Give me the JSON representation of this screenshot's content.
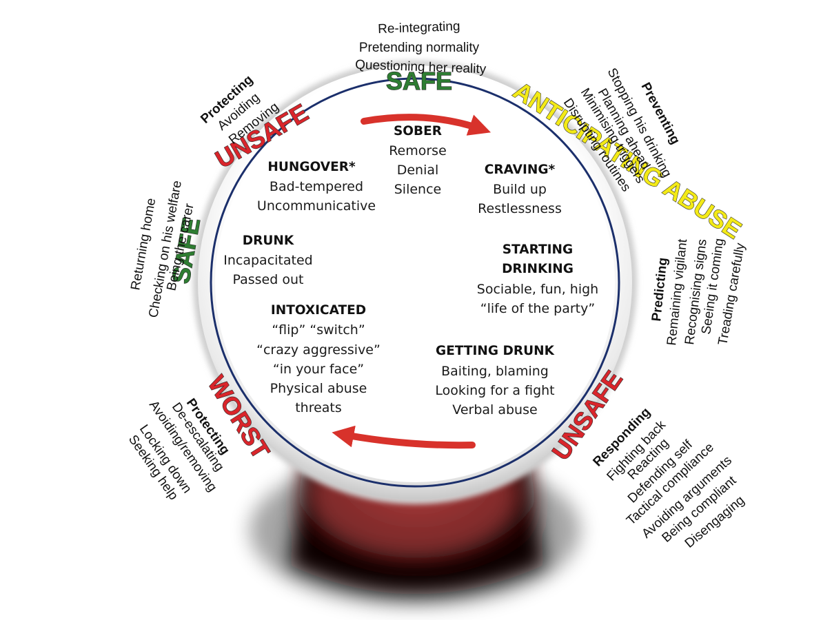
{
  "colors": {
    "safe": "#2e7d32",
    "unsafe": "#d9252b",
    "anticipating": "#f3ea17",
    "arrow": "#d8322b",
    "rim": "#1b2f6b"
  },
  "cycle_phases": {
    "sober": {
      "title": "SOBER",
      "lines": [
        "Remorse",
        "Denial",
        "Silence"
      ]
    },
    "craving": {
      "title": "CRAVING*",
      "lines": [
        "Build up",
        "Restlessness"
      ]
    },
    "starting": {
      "title_lines": [
        "STARTING",
        "DRINKING"
      ],
      "lines": [
        "Sociable, fun, high",
        "“life of the party”"
      ]
    },
    "getting_drunk": {
      "title": "GETTING DRUNK",
      "lines": [
        "Baiting, blaming",
        "Looking for a fight",
        "Verbal abuse"
      ]
    },
    "intoxicated": {
      "title": "INTOXICATED",
      "lines": [
        "“flip” “switch”",
        "“crazy aggressive”",
        "“in your face”",
        "Physical abuse",
        "threats"
      ]
    },
    "drunk": {
      "title": "DRUNK",
      "lines": [
        "Incapacitated",
        "Passed out"
      ]
    },
    "hungover": {
      "title": "HUNGOVER*",
      "lines": [
        "Bad-tempered",
        "Uncommunicative"
      ]
    }
  },
  "zones": {
    "safe_top": "SAFE",
    "anticipating": "ANTICIPATING ABUSE",
    "unsafe_right": "UNSAFE",
    "worst": "WORST",
    "safe_left": "SAFE",
    "unsafe_left": "UNSAFE"
  },
  "strategies": {
    "top": {
      "lines": [
        "Re-integrating",
        "Pretending normality",
        "Questioning her reality"
      ]
    },
    "preventing": {
      "title": "Preventing",
      "lines": [
        "Stopping his drinking",
        "Planning ahead",
        "Minimising triggers",
        "Disrupting routines"
      ]
    },
    "predicting": {
      "title": "Predicting",
      "lines": [
        "Remaining vigilant",
        "Recognising signs",
        "Seeing it coming",
        "Treading carefully"
      ]
    },
    "responding": {
      "title": "Responding",
      "lines": [
        "Fighting back",
        "Reacting",
        "Defending self",
        "Tactical compliance",
        "Avoiding arguments",
        "Being compliant",
        "Disengaging"
      ]
    },
    "protecting_bottom": {
      "title": "Protecting",
      "lines": [
        "De-escalating",
        "Avoiding/removing",
        "Locking down",
        "Seeking help"
      ]
    },
    "left": {
      "lines": [
        "Returning home",
        "Checking on his welfare",
        "Being the carer"
      ]
    },
    "protecting_top": {
      "title": "Protecting",
      "lines": [
        "Avoiding",
        "Removing"
      ]
    }
  }
}
